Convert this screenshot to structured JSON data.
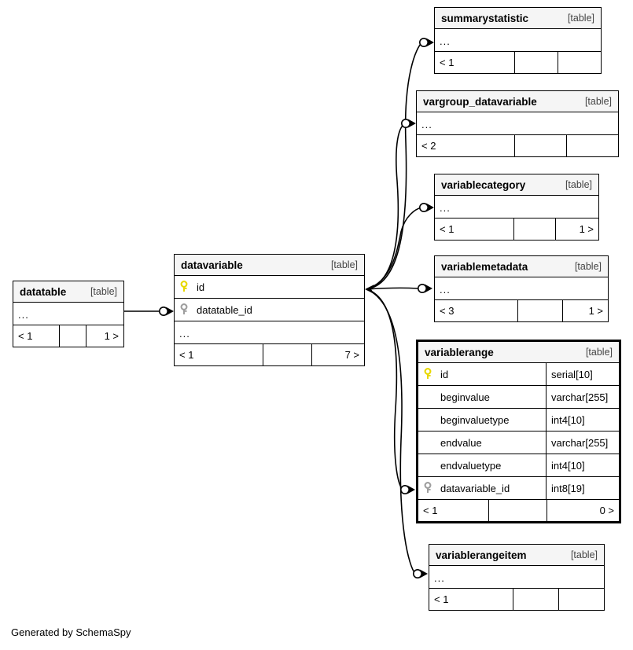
{
  "diagram": {
    "generator_credit": "Generated by SchemaSpy",
    "table_tag": "[table]",
    "ellipsis": "...",
    "colors": {
      "primary_key_icon": "#e8d800",
      "foreign_key_icon": "#9e9e9e",
      "header_background": "#f5f5f5",
      "border": "#000000",
      "background": "#ffffff"
    }
  },
  "tables": {
    "datatable": {
      "name": "datatable",
      "tag": "[table]",
      "ellipsis": "...",
      "footer": {
        "left": "< 1",
        "mid": "",
        "right": "1 >"
      }
    },
    "datavariable": {
      "name": "datavariable",
      "tag": "[table]",
      "ellipsis": "...",
      "columns": [
        {
          "name": "id",
          "key": "primary",
          "type": ""
        },
        {
          "name": "datatable_id",
          "key": "foreign",
          "type": ""
        }
      ],
      "footer": {
        "left": "< 1",
        "mid": "",
        "right": "7 >"
      }
    },
    "summarystatistic": {
      "name": "summarystatistic",
      "tag": "[table]",
      "ellipsis": "...",
      "footer": {
        "left": "< 1",
        "mid": "",
        "right": ""
      }
    },
    "vargroup_datavariable": {
      "name": "vargroup_datavariable",
      "tag": "[table]",
      "ellipsis": "...",
      "footer": {
        "left": "< 2",
        "mid": "",
        "right": ""
      }
    },
    "variablecategory": {
      "name": "variablecategory",
      "tag": "[table]",
      "ellipsis": "...",
      "footer": {
        "left": "< 1",
        "mid": "",
        "right": "1 >"
      }
    },
    "variablemetadata": {
      "name": "variablemetadata",
      "tag": "[table]",
      "ellipsis": "...",
      "footer": {
        "left": "< 3",
        "mid": "",
        "right": "1 >"
      }
    },
    "variablerange": {
      "name": "variablerange",
      "tag": "[table]",
      "focused": true,
      "columns": [
        {
          "name": "id",
          "key": "primary",
          "type": "serial[10]"
        },
        {
          "name": "beginvalue",
          "key": "none",
          "type": "varchar[255]"
        },
        {
          "name": "beginvaluetype",
          "key": "none",
          "type": "int4[10]"
        },
        {
          "name": "endvalue",
          "key": "none",
          "type": "varchar[255]"
        },
        {
          "name": "endvaluetype",
          "key": "none",
          "type": "int4[10]"
        },
        {
          "name": "datavariable_id",
          "key": "foreign",
          "type": "int8[19]"
        }
      ],
      "footer": {
        "left": "< 1",
        "mid": "",
        "right": "0 >"
      }
    },
    "variablerangeitem": {
      "name": "variablerangeitem",
      "tag": "[table]",
      "ellipsis": "...",
      "footer": {
        "left": "< 1",
        "mid": "",
        "right": ""
      }
    }
  }
}
